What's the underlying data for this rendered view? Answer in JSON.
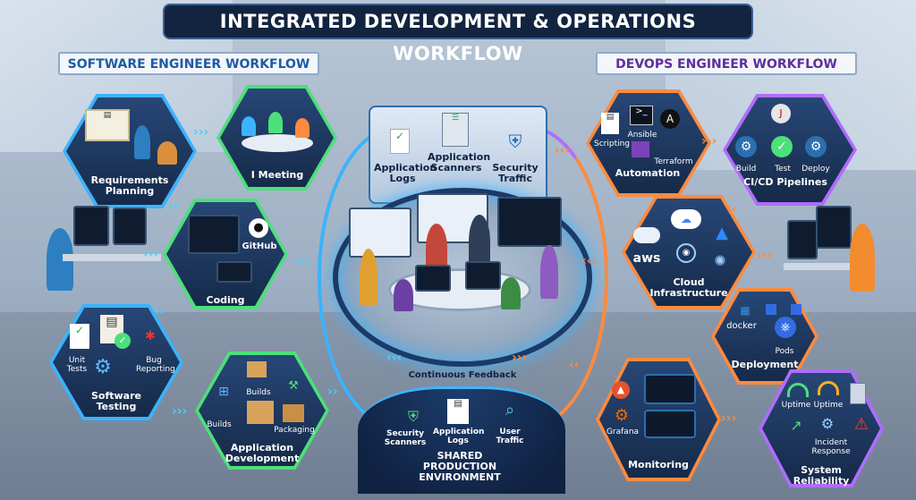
{
  "title": "INTEGRATED DEVELOPMENT & OPERATIONS WORKFLOW",
  "ribbons": {
    "software": "SOFTWARE ENGINEER WORKFLOW",
    "devops": "DEVOPS ENGINEER WORKFLOW"
  },
  "software_nodes": {
    "requirements": "Requirements Planning",
    "meeting": "I Meeting",
    "coding": "Coding",
    "github": "GitHub",
    "testing": "Software Testing",
    "unit_tests": "Unit Tests",
    "bug_reporting": "Bug Reporting",
    "app_dev": "Application Development",
    "builds1": "Builds",
    "builds2": "Builds",
    "packaging": "Packaging"
  },
  "center": {
    "app_logs": "Application Logs",
    "app_scanners": "Application Scanners",
    "security_traffic": "Security Traffic",
    "continuous_feedback": "Continuous Feedback",
    "security_scanners": "Security Scanners",
    "bottom_app_logs": "Application Logs",
    "user_traffic": "User Traffic",
    "shared_env": "SHARED PRODUCTION ENVIRONMENT"
  },
  "devops_nodes": {
    "automation": "Automation",
    "scripting": "Scripting",
    "ansible": "Ansible",
    "terraform": "Terraform",
    "cicd": "CI/CD Pipelines",
    "build": "Build",
    "test": "Test",
    "deploy": "Deploy",
    "cloud": "Cloud Infrastructure",
    "aws": "aws",
    "deployment": "Deployment",
    "docker": "docker",
    "pods": "Pods",
    "monitoring": "Monitoring",
    "grafana": "Grafana",
    "reliability": "System Reliability",
    "uptime1": "Uptime",
    "uptime2": "Uptime",
    "incident": "Incident Response"
  },
  "colors": {
    "software_accent": "#3bb3ff",
    "software_green": "#4ce07a",
    "devops_accent": "#ff8a3d",
    "devops_purple": "#b06cff",
    "dark_navy": "#12243f"
  }
}
